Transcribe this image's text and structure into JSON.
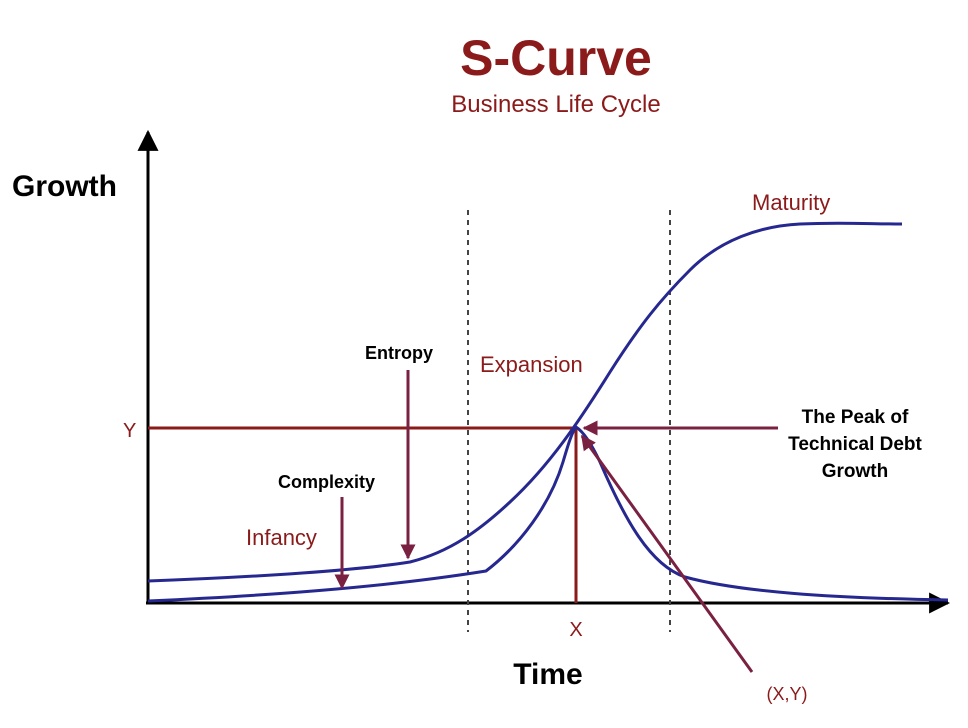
{
  "title": "S-Curve",
  "subtitle": "Business Life Cycle",
  "axes": {
    "y_label": "Growth",
    "x_label": "Time"
  },
  "marks": {
    "y": "Y",
    "x": "X",
    "point": "(X,Y)"
  },
  "phases": {
    "infancy": "Infancy",
    "expansion": "Expansion",
    "maturity": "Maturity"
  },
  "annotations": {
    "complexity": "Complexity",
    "entropy": "Entropy",
    "peak_line1": "The Peak of",
    "peak_line2": "Technical Debt",
    "peak_line3": "Growth"
  },
  "colors": {
    "title": "#8b1a1a",
    "curve": "#26288f",
    "guide": "#8b1a1a",
    "arrow": "#7a2142",
    "axis": "#000000",
    "divider": "#444444"
  }
}
